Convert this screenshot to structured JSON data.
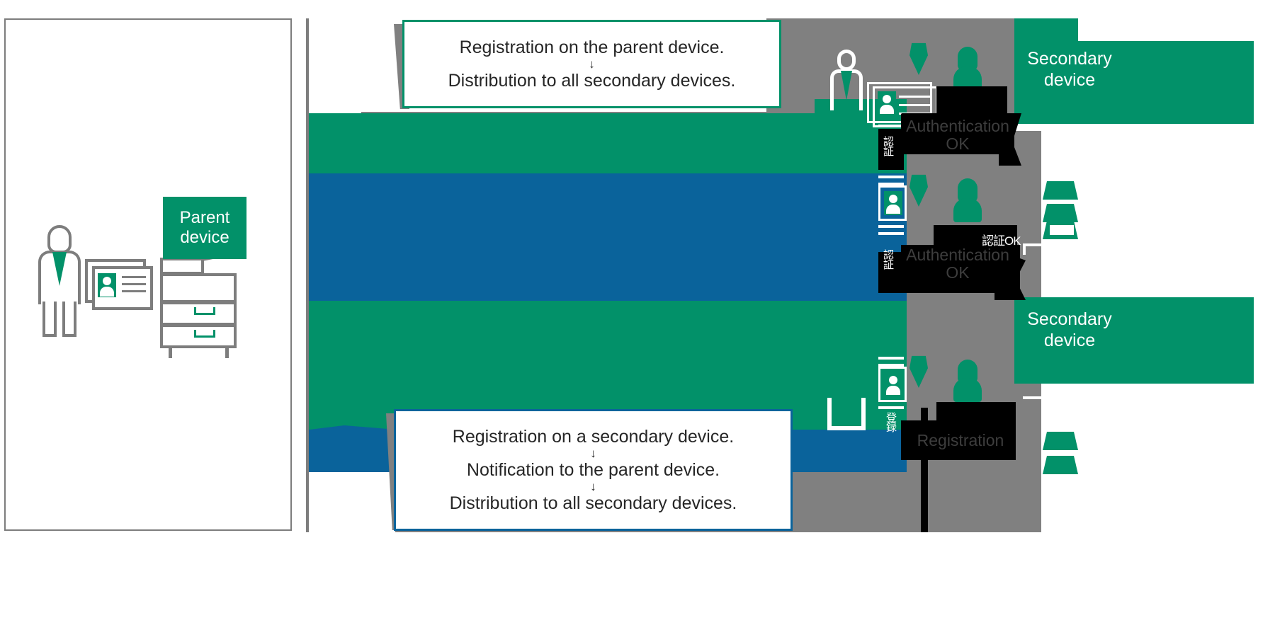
{
  "diagram": {
    "title_hidden": "",
    "colors": {
      "green": "#029169",
      "blue": "#0A639B",
      "gray": "#808080",
      "outline_gray": "#7d7d7d",
      "white": "#ffffff",
      "black": "#000000",
      "text": "#262626"
    }
  },
  "left_panel": {
    "parent_badge": {
      "line1": "Parent",
      "line2": "device"
    },
    "icons": {
      "person": "person-icon",
      "id_cards": "id-card-stack-icon",
      "printer": "multifunction-printer-icon"
    }
  },
  "callouts": {
    "top": {
      "line1": "Registration on the parent device.",
      "arrow1": "↓",
      "line2": "Distribution to all secondary devices."
    },
    "bottom": {
      "line1": "Registration on a secondary device.",
      "arrow1": "↓",
      "line2": "Notification to the parent device.",
      "arrow2": "↓",
      "line3": "Distribution to all secondary devices."
    }
  },
  "right_region": {
    "secondary_badges": [
      {
        "line1": "Secondary",
        "line2": "device"
      },
      {
        "line1": "Secondary",
        "line2": "device"
      }
    ],
    "status_labels": [
      {
        "id": "auth-ok-1",
        "line1": "Authentication",
        "line2": "OK"
      },
      {
        "id": "auth-ok-2",
        "line1": "Authentication",
        "line2": "OK"
      },
      {
        "id": "registration",
        "line1": "Registration",
        "line2": ""
      }
    ],
    "cjk_fragments": [
      "認証",
      "認証",
      "登録",
      "認証OK"
    ],
    "icons": {
      "person": "person-icon",
      "id_card": "id-card-icon",
      "printer_panel": "printer-panel-icon",
      "paper_tray": "paper-tray-icon"
    }
  }
}
